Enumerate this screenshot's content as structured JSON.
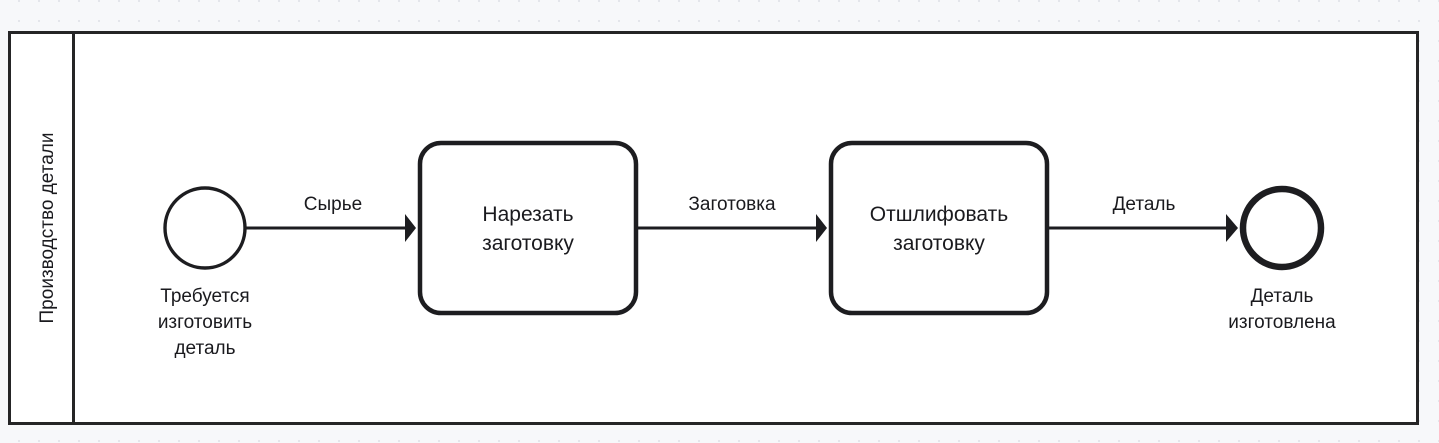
{
  "canvas": {
    "background_color": "#f7f8fa",
    "grid_dot_color": "#e2e4ea",
    "stroke_color": "#1d1d20",
    "text_color": "#1a1a1e",
    "shape_fill": "#ffffff"
  },
  "pool": {
    "lane_title": "Производство детали"
  },
  "start_event": {
    "label_line1": "Требуется",
    "label_line2": "изготовить",
    "label_line3": "деталь"
  },
  "tasks": [
    {
      "id": "task-cut-blank",
      "label_line1": "Нарезать",
      "label_line2": "заготовку"
    },
    {
      "id": "task-grind-blank",
      "label_line1": "Отшлифовать",
      "label_line2": "заготовку"
    }
  ],
  "flows": [
    {
      "id": "flow-raw-material",
      "label": "Сырье"
    },
    {
      "id": "flow-blank",
      "label": "Заготовка"
    },
    {
      "id": "flow-part",
      "label": "Деталь"
    }
  ],
  "end_event": {
    "label_line1": "Деталь",
    "label_line2": "изготовлена"
  }
}
